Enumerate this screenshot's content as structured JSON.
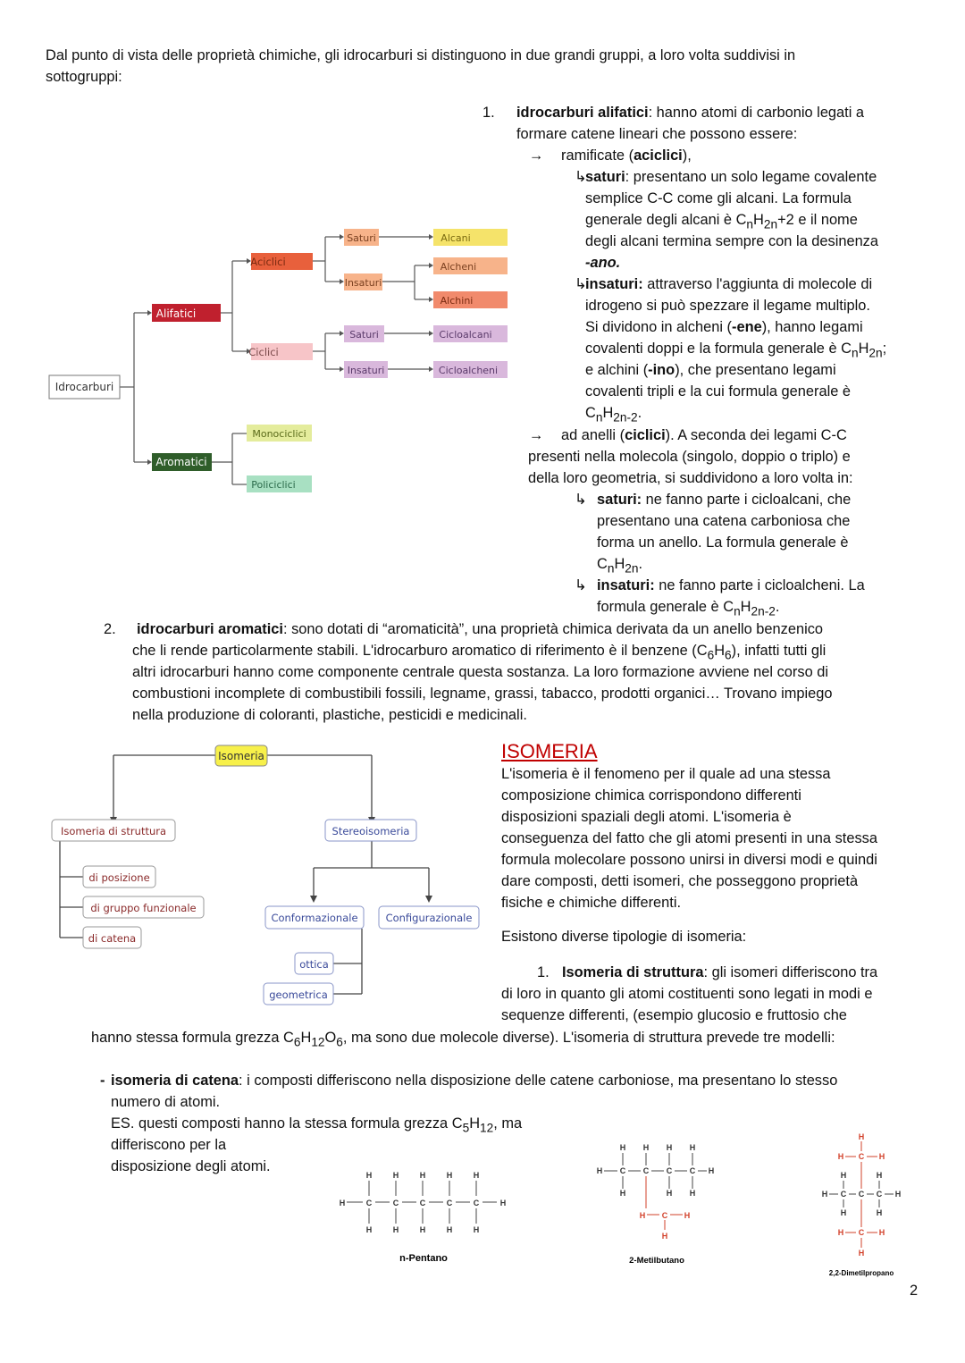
{
  "intro": {
    "line1": "Dal punto di vista delle proprietà chimiche, gli idrocarburi si distinguono in due grandi gruppi, a loro volta suddivisi in",
    "line2": "sottogruppi:"
  },
  "tree1": {
    "root": "Idrocarburi",
    "alifatici": "Alifatici",
    "aromatici": "Aromatici",
    "aciclici": "Aciclici",
    "ciclici": "Ciclici",
    "saturi": "Saturi",
    "insaturi": "Insaturi",
    "alcani": "Alcani",
    "alcheni": "Alcheni",
    "alchini": "Alchini",
    "saturi2": "Saturi",
    "insaturi2": "Insaturi",
    "cicloalcani": "Cicloalcani",
    "cicloalcheni": "Cicloalcheni",
    "monociclici": "Monociclici",
    "policiclici": "Policiclici",
    "colors": {
      "red": "#c0202e",
      "orange": "#e8603c",
      "peach": "#f7b38a",
      "yellow": "#f5e36a",
      "salmon": "#f18a6c",
      "pink": "#f7c5c8",
      "lilac": "#d9b8dc",
      "green": "#2f5d2a",
      "lime": "#e4ec9c",
      "mint": "#a8e0c2"
    }
  },
  "item1": {
    "num": "1.",
    "head": "idrocarburi alifatici",
    "l1": ": hanno atomi di carbonio legati a",
    "l2": "formare catene lineari che possono essere:",
    "arrow": "→",
    "l3a": "ramificate (",
    "l3b": "aciclici",
    "l3c": "),",
    "hook": "↳",
    "sat_head": "saturi",
    "sat1": ": presentano un solo legame covalente",
    "sat2": "semplice C-C come gli alcani. La formula",
    "sat3a": "generale degli alcani è C",
    "sat3b": "n",
    "sat3c": "H",
    "sat3d": "2n",
    "sat3e": "+2 e il nome",
    "sat4": "degli alcani termina sempre con la desinenza",
    "sat5": "-ano.",
    "ins_head": "insaturi:",
    "ins1": " attraverso l'aggiunta di molecole di",
    "ins2": "idrogeno si può spezzare il legame multiplo.",
    "ins3a": "Si dividono in alcheni (",
    "ins3b": "-ene",
    "ins3c": "), hanno legami",
    "ins4a": "covalenti doppi e la formula generale è C",
    "ins4b": "n",
    "ins4c": "H",
    "ins4d": "2n",
    "ins4e": ";",
    "ins5a": "e alchini (",
    "ins5b": "-ino",
    "ins5c": "), che presentano legami",
    "ins6": "covalenti tripli e la cui formula generale è",
    "ins7a": "C",
    "ins7b": "n",
    "ins7c": "H",
    "ins7d": "2n-2",
    "ins7e": ".",
    "an1a": "ad anelli (",
    "an1b": "ciclici",
    "an1c": "). A seconda dei legami C-C",
    "an2": "presenti nella molecola (singolo, doppio o triplo) e",
    "an3": "della loro geometria, si suddividono a loro volta in:",
    "cs_head": "saturi:",
    "cs1": " ne fanno parte i cicloalcani, che",
    "cs2": "presentano una catena carboniosa che",
    "cs3": "forma un anello. La formula generale è",
    "cs4a": "C",
    "cs4b": "n",
    "cs4c": "H",
    "cs4d": "2n",
    "cs4e": ".",
    "ci_head": "insaturi:",
    "ci1": " ne fanno parte i cicloalcheni. La",
    "ci2a": "formula generale è C",
    "ci2b": "n",
    "ci2c": "H",
    "ci2d": "2n-2",
    "ci2e": "."
  },
  "item2": {
    "num": "2.",
    "head": "idrocarburi aromatici",
    "l1": ": sono dotati di “aromaticità”, una proprietà chimica derivata da un anello benzenico",
    "l2a": "che li rende particolarmente stabili. L'idrocarburo aromatico di riferimento è il benzene (C",
    "l2b": "6",
    "l2c": "H",
    "l2d": "6",
    "l2e": "), infatti tutti gli",
    "l3": "altri idrocarburi hanno come componente centrale questa sostanza. La loro formazione avviene nel corso di",
    "l4": "combustioni incomplete di combustibili fossili, legname, grassi, tabacco, prodotti organici… Trovano impiego",
    "l5": "nella produzione di coloranti, plastiche, pesticidi e medicinali."
  },
  "tree2": {
    "root": "Isomeria",
    "struttura": "Isomeria di struttura",
    "stereo": "Stereoisomeria",
    "posizione": "di posizione",
    "gruppo": "di gruppo funzionale",
    "catena": "di catena",
    "conform": "Conformazionale",
    "config": "Configurazionale",
    "ottica": "ottica",
    "geometrica": "geometrica",
    "colors": {
      "root": "#f7f04a",
      "text": "#3a4a9a",
      "box": "#8a96c8",
      "text2": "#8a2a2a"
    }
  },
  "isomeria": {
    "title": "ISOMERIA",
    "p1": "L'isomeria è il fenomeno per il quale ad una stessa",
    "p2": "composizione chimica corrispondono differenti",
    "p3": "disposizioni spaziali degli atomi. L'isomeria è",
    "p4": "conseguenza del fatto che gli atomi presenti in una stessa",
    "p5": "formula molecolare possono unirsi in diversi modi e quindi",
    "p6": "dare composti, detti isomeri, che posseggono proprietà",
    "p7": "fisiche e chimiche differenti.",
    "p8": "Esistono diverse tipologie di isomeria:",
    "s_num": "1.",
    "s_head": "Isomeria di struttura",
    "s1": ": gli isomeri differiscono tra",
    "s2": "di loro in quanto gli atomi costituenti sono legati in modi e",
    "s3": "sequenze differenti, (esempio glucosio e fruttosio che",
    "s4a": "hanno stessa formula grezza C",
    "s4b": "6",
    "s4c": "H",
    "s4d": "12",
    "s4e": "O",
    "s4f": "6",
    "s4g": ", ma sono due molecole diverse). L'isomeria di struttura prevede tre modelli:"
  },
  "catena": {
    "dash": "-",
    "head": "isomeria di catena",
    "l1": ": i composti differiscono nella disposizione delle catene carboniose, ma presentano lo stesso",
    "l2": "numero di atomi.",
    "l3a": "ES. questi composti hanno la stessa formula grezza C",
    "l3b": "5",
    "l3c": "H",
    "l3d": "12",
    "l3e": ", ma",
    "l4": "differiscono per la",
    "l5": "disposizione degli atomi."
  },
  "molecules": {
    "h": "H",
    "c": "C",
    "pentano": "n-Pentano",
    "metilbutano": "2-Metilbutano",
    "dimetilpropano": "2,2-Dimetilpropano",
    "red": "#d2402a"
  },
  "page_number": "2"
}
